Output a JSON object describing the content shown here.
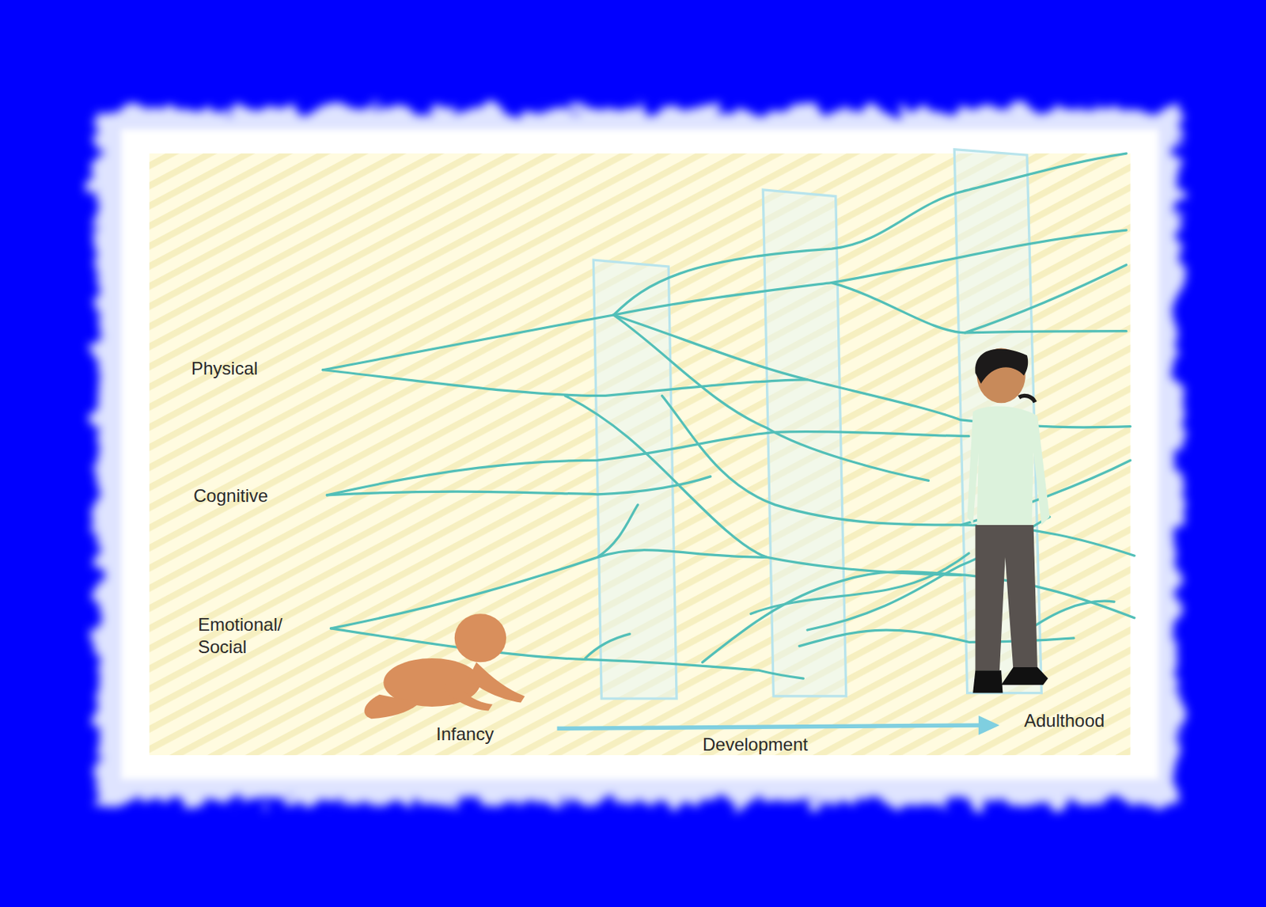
{
  "diagram": {
    "labels": [
      "Physical",
      "Cognitive",
      "Emotional/ Social",
      "Infancy",
      "Development",
      "Adulthood"
    ]
  }
}
